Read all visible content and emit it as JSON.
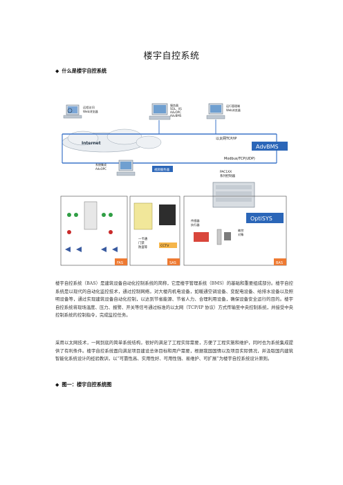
{
  "document": {
    "title": "楼宇自控系统",
    "section1_heading": "什么是楼宇自控系统",
    "diagram": {
      "internet": "Internet",
      "ethernet": "以太网TCP/IP",
      "modbus": "Modbus/TCP(UDP)",
      "advbms": "AdvBMS",
      "optisys": "OptiSYS",
      "remote_browser": [
        "远程访问",
        "Web浏览器"
      ],
      "server": [
        "服务器",
        "SQL、IIS",
        "AdvOPC",
        "AdvBMS"
      ],
      "runtime_mgmt": [
        "运行管理端",
        "Web浏览器"
      ],
      "system_integration": [
        "系统集成",
        "AdvOPC"
      ],
      "video_server": "视频服务器",
      "pacixx": [
        "PAC1XX",
        "系列控制器"
      ],
      "sensors": [
        "传感器",
        "执行器"
      ],
      "controlled": [
        "被控",
        "对象"
      ],
      "door_access": [
        "一卡通",
        "门禁",
        "防盗等"
      ],
      "cctv": "CCTV",
      "fas": "FAS",
      "sas": "SAS",
      "bas": "BAS"
    },
    "paragraph1": "楼宇自控系统（BAS）是建筑设备自动化控制系统的简称，它是楼宇管理系统（BMS）的基础和重要组成部分。楼宇自控系统是以现代的自动化监控技术，通过控制网络，对大楼内机电设备，如暖通空调设备、变配电设备、给排水设备以及照明设备等，通过实现建筑设备自动化控制，以达到节省能源、节省人力、合理利用设备，确保设备安全运行的目的。楼宇自控系统将现场温度、压力、报警、开关等信号通过标准的以太网（TCP/IP 协议）方式传输至中央控制系统，并接受中央控制系统的控制指令，完成监控任务。",
    "paragraph2": "采用以太网技术，一网到底的简单系统结构，很好的满足了工程实际需要，方便了工程实施和维护，同时也为系统集成提供了有利条件。楼宇自控系统面向满足项目建设总体目标和用户需要，根据我国国情以及项目实际情况，并汲取国内建筑智能化系统设计的经验教训，以“可靠性高、实用性好、可用性强、易维护、可扩展”为楼宇自控系统设计原则。",
    "section2_heading": "图一：楼宇自控系统图"
  }
}
